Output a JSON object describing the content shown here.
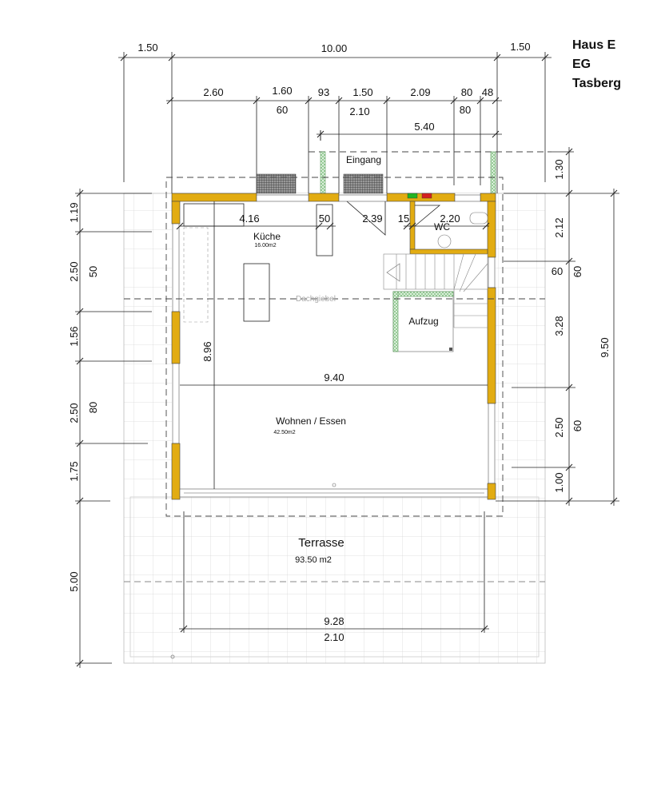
{
  "title": {
    "line1": "Haus E",
    "line2": "EG",
    "line3": "Tasberg"
  },
  "top_dims": {
    "left": "1.50",
    "total": "10.00",
    "right": "1.50"
  },
  "facade_dims": {
    "upper": [
      "2.60",
      "1.60",
      "93",
      "1.50",
      "2.09",
      "80",
      "48"
    ],
    "lower": [
      "60",
      "2.10",
      "80"
    ],
    "entrance_width": "5.40"
  },
  "left_dims": {
    "outer": [
      "1.19",
      "2.50",
      "1.56",
      "2.50",
      "1.75",
      "5.00"
    ],
    "inner": [
      "50",
      "80"
    ]
  },
  "right_dims": {
    "outer": [
      "2.12",
      "3.28",
      "2.50",
      "1.00"
    ],
    "canopy": "1.30",
    "inner": [
      "60",
      "60",
      "60"
    ],
    "total": "9.50"
  },
  "interior_dims": {
    "kitchen_run": "4.16",
    "d50": "50",
    "d239": "2.39",
    "d15": "15",
    "d220": "2.20",
    "height": "8.96",
    "width": "9.40"
  },
  "rooms": {
    "entrance": "Eingang",
    "wc": "WC",
    "kitchen": "Küche",
    "kitchen_area": "16.00m2",
    "roof_gable": "Dachgiebel",
    "elevator": "Aufzug",
    "living": "Wohnen / Essen",
    "living_area": "42.50m2",
    "terrace": "Terrasse",
    "terrace_area": "93.50  m2"
  },
  "terrace_dims": {
    "width": "9.28",
    "sub": "2.10"
  },
  "colors": {
    "wall": "#e2ac12",
    "green_switch": "#22b422",
    "red_switch": "#d42020"
  }
}
